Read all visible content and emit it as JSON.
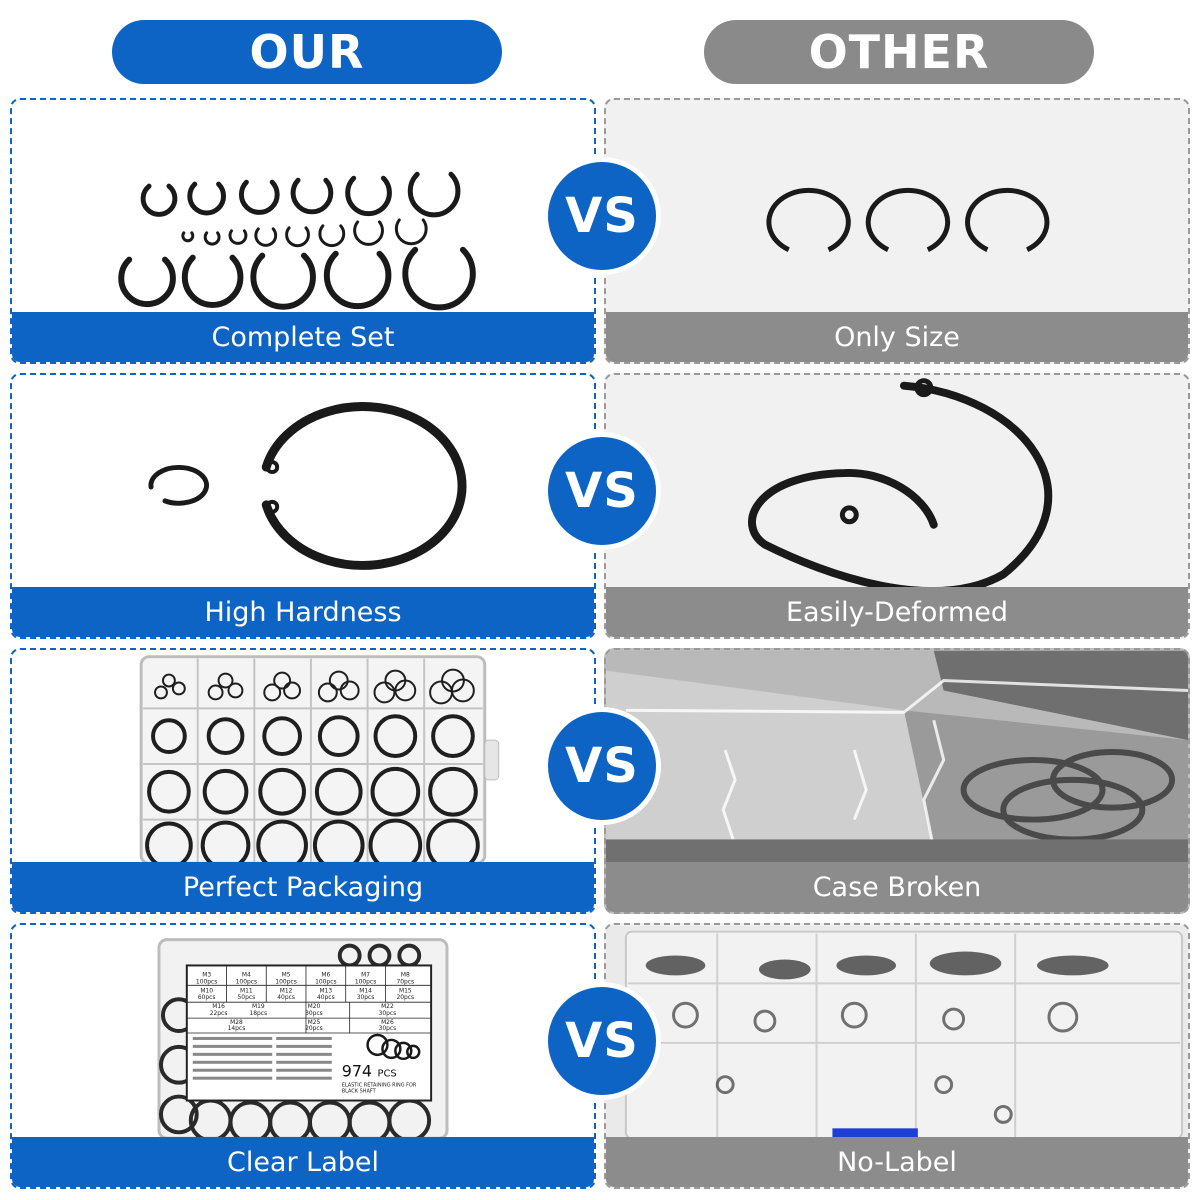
{
  "header": {
    "our_label": "OUR",
    "other_label": "OTHER"
  },
  "vs_label": "VS",
  "rows": [
    {
      "our_caption": "Complete Set",
      "other_caption": "Only Size"
    },
    {
      "our_caption": "High Hardness",
      "other_caption": "Easily-Deformed"
    },
    {
      "our_caption": "Perfect Packaging",
      "other_caption": "Case Broken"
    },
    {
      "our_caption": "Clear Label",
      "other_caption": "No-Label"
    }
  ],
  "label_card": {
    "rows": [
      [
        "M3",
        "M4",
        "M5",
        "M6",
        "M7",
        "M8"
      ],
      [
        "100pcs",
        "100pcs",
        "100pcs",
        "100pcs",
        "100pcs",
        "70pcs"
      ],
      [
        "M10",
        "M11",
        "M12",
        "M13",
        "M14",
        "M15"
      ],
      [
        "60pcs",
        "50pcs",
        "40pcs",
        "40pcs",
        "30pcs",
        "20pcs"
      ],
      [
        "M16",
        "M19",
        "M20",
        "M22",
        "",
        ""
      ],
      [
        "22pcs",
        "18pcs",
        "30pcs",
        "30pcs",
        "",
        ""
      ],
      [
        "M28",
        "M25",
        "M26",
        "",
        "",
        ""
      ],
      [
        "14pcs",
        "20pcs",
        "30pcs",
        "",
        "",
        ""
      ]
    ],
    "count": "974",
    "count_unit": "PCS",
    "desc_line1": "ELASTIC RETAINING RING FOR",
    "desc_line2": "BLACK SHAFT"
  },
  "colors": {
    "accent": "#0d64c4",
    "other_gray": "#8c8c8c",
    "ring": "#1a1a1a"
  }
}
